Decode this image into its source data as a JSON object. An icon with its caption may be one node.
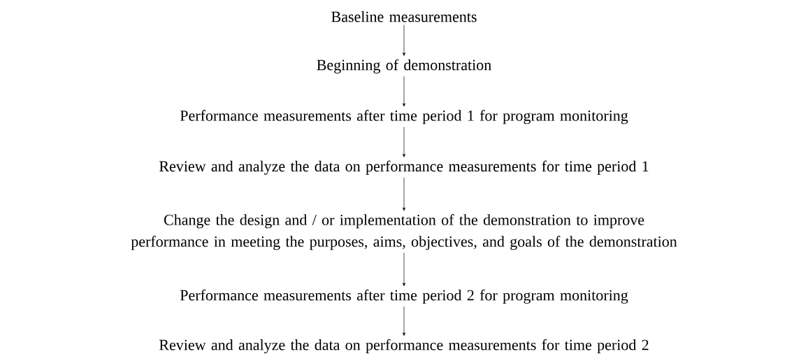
{
  "diagram": {
    "nodes": [
      {
        "text": [
          "Baseline measurements"
        ]
      },
      {
        "text": [
          "Beginning of demonstration"
        ]
      },
      {
        "text": [
          "Performance measurements after time period 1 for program monitoring"
        ]
      },
      {
        "text": [
          "Review and analyze the data on performance measurements for time period 1"
        ]
      },
      {
        "text": [
          "Change the design and / or implementation of the demonstration to improve performance in meeting the purposes, aims, objectives, and goals of the demonstration"
        ]
      },
      {
        "text": [
          "Performance measurements after time period 2 for program monitoring"
        ]
      },
      {
        "text": [
          "Review and analyze the data on performance measurements for time period 2"
        ]
      }
    ],
    "edges": [
      {
        "from": 0,
        "to": 1,
        "arrow": "to"
      },
      {
        "from": 1,
        "to": 2,
        "arrow": "to"
      },
      {
        "from": 2,
        "to": 3,
        "arrow": "to"
      },
      {
        "from": 3,
        "to": 4,
        "arrow": "to"
      },
      {
        "from": 4,
        "to": 5,
        "arrow": "to"
      },
      {
        "from": 5,
        "to": 6,
        "arrow": "to"
      }
    ]
  }
}
